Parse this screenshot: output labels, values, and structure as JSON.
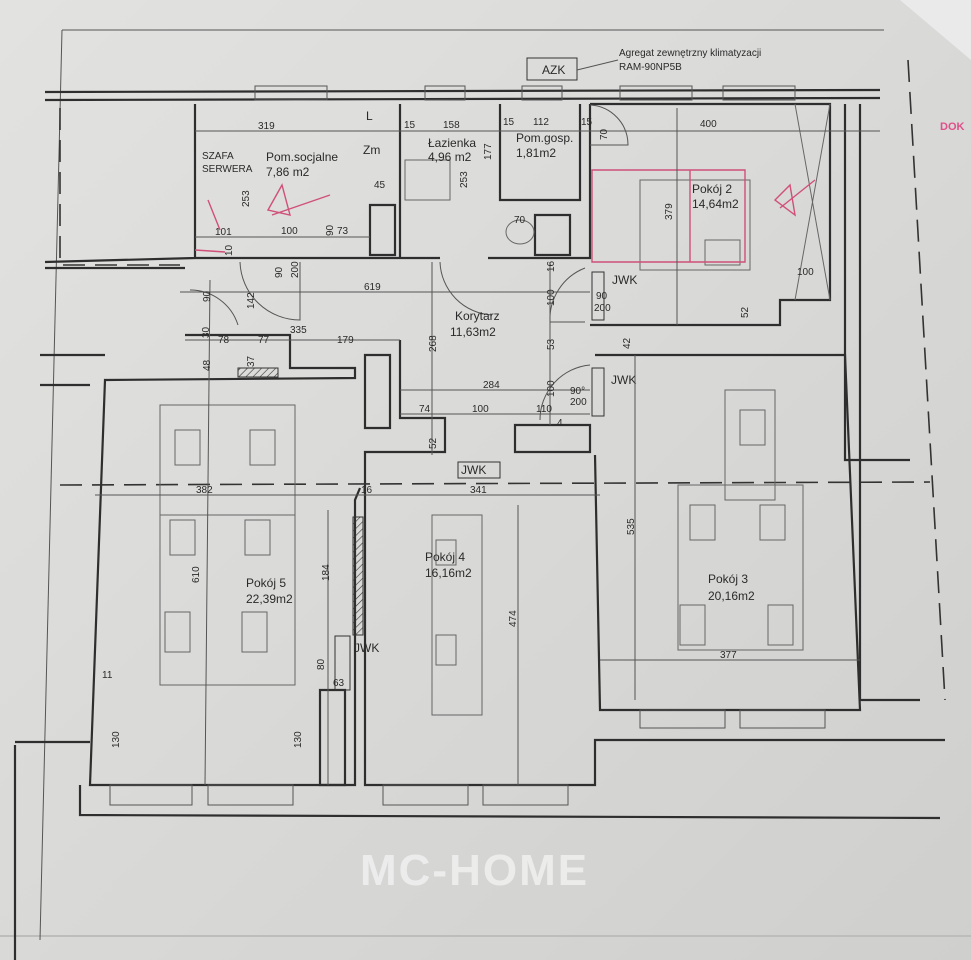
{
  "annotations": {
    "azk": "AZK",
    "unit_line1": "Agregat zewnętrzny klimatyzacji",
    "unit_line2": "RAM-90NP5B",
    "watermark": "MC-HOME",
    "stamp_fragment": "DOK"
  },
  "rooms": {
    "server": {
      "line1": "SZAFA",
      "line2": "SERWERA"
    },
    "social": {
      "name": "Pom.socjalne",
      "area": "7,86 m2"
    },
    "fridge": "L",
    "sink": "Zm",
    "bathroom": {
      "name": "Łazienka",
      "area": "4,96 m2"
    },
    "utility": {
      "name": "Pom.gosp.",
      "area": "1,81m2"
    },
    "room2": {
      "name": "Pokój 2",
      "area": "14,64m2"
    },
    "corridor": {
      "name": "Korytarz",
      "area": "11,63m2"
    },
    "room3": {
      "name": "Pokój 3",
      "area": "20,16m2"
    },
    "room4": {
      "name": "Pokój 4",
      "area": "16,16m2"
    },
    "room5": {
      "name": "Pokój 5",
      "area": "22,39m2"
    },
    "jwk": "JWK"
  },
  "dimensions": {
    "d319": "319",
    "d15a": "15",
    "d158": "158",
    "d15b": "15",
    "d112": "112",
    "d15c": "15",
    "d400": "400",
    "d70a": "70",
    "d253a": "253",
    "d177": "177",
    "d253b": "253",
    "d379": "379",
    "d45": "45",
    "d101": "101",
    "d100a": "100",
    "d90a": "90",
    "d73": "73",
    "d70b": "70",
    "d10": "10",
    "d90b": "90",
    "d200a": "200",
    "d619": "619",
    "d16a": "16",
    "d100b": "100",
    "d90c": "90",
    "d200b": "200",
    "d100c": "100",
    "d90d": "90",
    "d142": "142",
    "d30": "30",
    "d78": "78",
    "d77": "77",
    "d335": "335",
    "d179": "179",
    "d52a": "52",
    "d48": "48",
    "d37": "37",
    "d268": "268",
    "d53": "53",
    "d42": "42",
    "d284": "284",
    "d90e": "90°",
    "d200c": "200",
    "d100d": "100",
    "d74": "74",
    "d100e": "100",
    "d110": "110",
    "d4": "4",
    "d52b": "52",
    "d382": "382",
    "d16b": "16",
    "d341": "341",
    "d535": "535",
    "d610": "610",
    "d184": "184",
    "d474": "474",
    "d377": "377",
    "d11": "11",
    "d80": "80",
    "d63": "63",
    "d130a": "130",
    "d130b": "130"
  }
}
